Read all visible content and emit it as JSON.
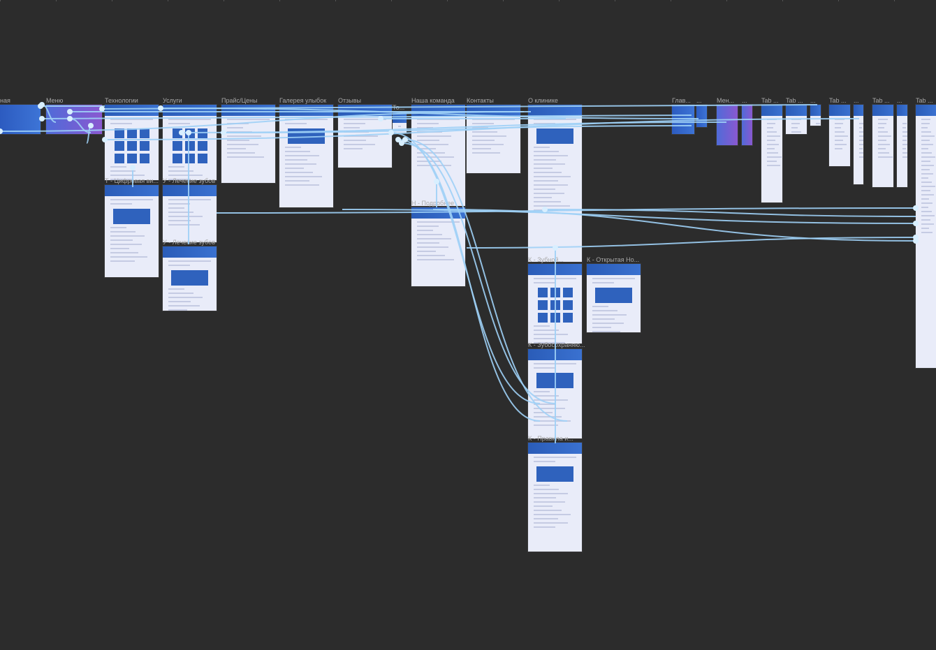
{
  "canvas": {
    "frames": [
      {
        "id": "home",
        "label": "ная"
      },
      {
        "id": "menu",
        "label": "Меню"
      },
      {
        "id": "tech",
        "label": "Технологии"
      },
      {
        "id": "tech-digital",
        "label": "Т - Цифровая ви..."
      },
      {
        "id": "services",
        "label": "Услуги"
      },
      {
        "id": "treat1",
        "label": "У - Лечение зубов"
      },
      {
        "id": "treat2",
        "label": "У - Лечение зубов"
      },
      {
        "id": "price",
        "label": "Прайс/Цены"
      },
      {
        "id": "gallery",
        "label": "Галерея улыбок"
      },
      {
        "id": "reviews",
        "label": "Отзывы"
      },
      {
        "id": "small",
        "label": "То..."
      },
      {
        "id": "team",
        "label": "Наша команда"
      },
      {
        "id": "team-more",
        "label": "Н - Подробнее"
      },
      {
        "id": "contacts",
        "label": "Контакты"
      },
      {
        "id": "about",
        "label": "О клинике"
      },
      {
        "id": "about2",
        "label": "К - Зубной..."
      },
      {
        "id": "about3",
        "label": "К - Зубосохраняю..."
      },
      {
        "id": "about4",
        "label": "К - Правила и..."
      },
      {
        "id": "open-news",
        "label": "К - Открытая Но..."
      },
      {
        "id": "m-home",
        "label": "Глав..."
      },
      {
        "id": "m-home2",
        "label": "..."
      },
      {
        "id": "m-menu",
        "label": "Мен..."
      },
      {
        "id": "m-menu2",
        "label": "..."
      },
      {
        "id": "tab1",
        "label": "Tab ..."
      },
      {
        "id": "tab2",
        "label": "Tab ..."
      },
      {
        "id": "tab2b",
        "label": "..."
      },
      {
        "id": "tab3",
        "label": "Tab ..."
      },
      {
        "id": "tab3b",
        "label": "..."
      },
      {
        "id": "tab4",
        "label": "Tab ..."
      },
      {
        "id": "tab4b",
        "label": "..."
      },
      {
        "id": "tab5",
        "label": "Tab ..."
      }
    ]
  },
  "colors": {
    "canvas": "#2c2c2c",
    "link": "#9ed0f6",
    "frame_header": "#2f62bd"
  }
}
